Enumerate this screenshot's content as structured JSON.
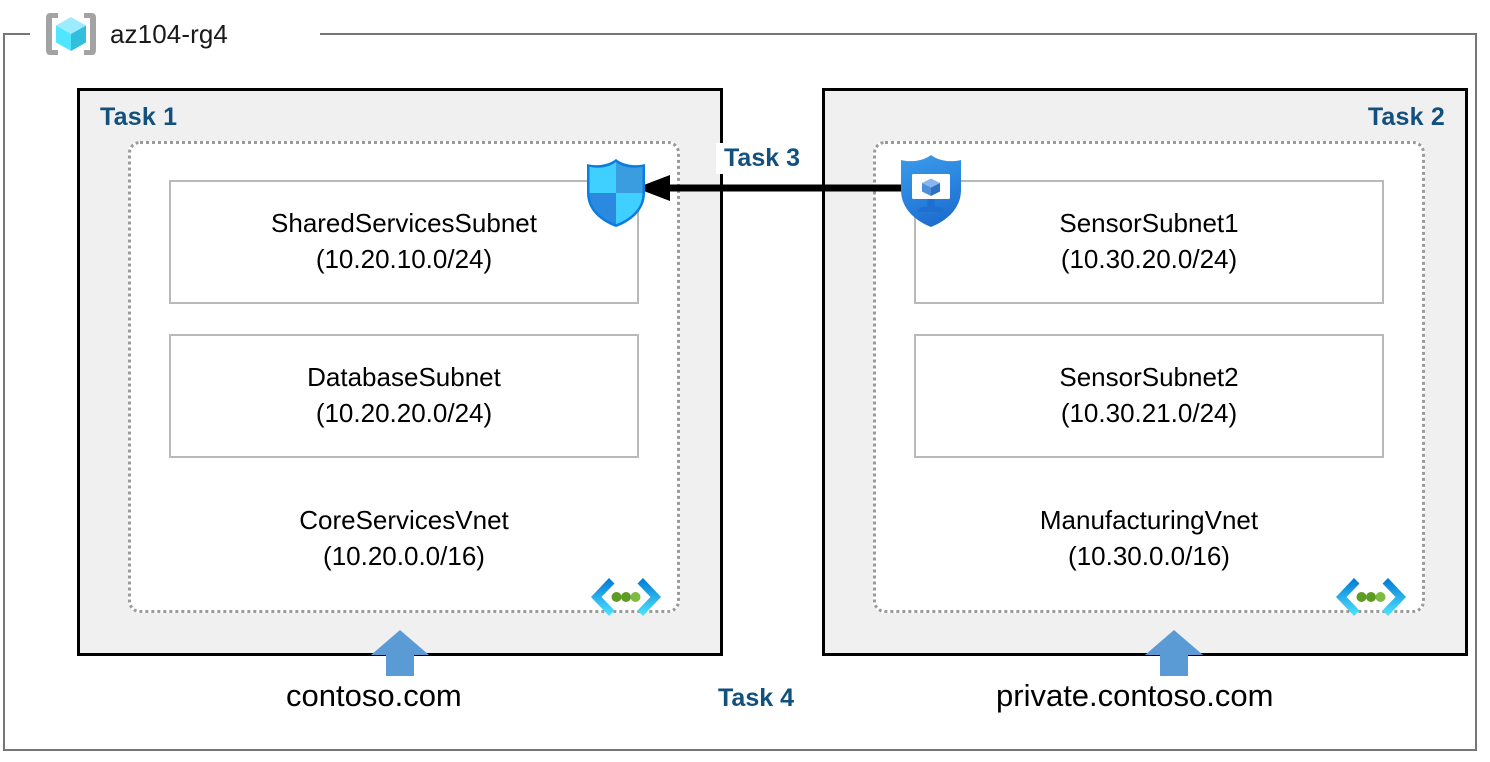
{
  "resource_group": {
    "name": "az104-rg4",
    "icon": "azure-resource-group-cube-icon"
  },
  "panels": [
    {
      "task_label": "Task 1",
      "vnet": {
        "name": "CoreServicesVnet",
        "cidr": "(10.20.0.0/16)",
        "icon": "virtual-network-icon"
      },
      "subnets": [
        {
          "name": "SharedServicesSubnet",
          "cidr": "(10.20.10.0/24)"
        },
        {
          "name": "DatabaseSubnet",
          "cidr": "(10.20.20.0/24)"
        }
      ],
      "dns_domain": "contoso.com"
    },
    {
      "task_label": "Task 2",
      "vnet": {
        "name": "ManufacturingVnet",
        "cidr": "(10.30.0.0/16)",
        "icon": "virtual-network-icon"
      },
      "subnets": [
        {
          "name": "SensorSubnet1",
          "cidr": "(10.30.20.0/24)"
        },
        {
          "name": "SensorSubnet2",
          "cidr": "(10.30.21.0/24)"
        }
      ],
      "dns_domain": "private.contoso.com"
    }
  ],
  "annotations": {
    "peering_task_label": "Task 3",
    "dns_task_label": "Task 4"
  },
  "icons": {
    "firewall_shield": "shield-icon",
    "vm_shield": "shield-virtual-machine-icon",
    "peering_arrow": "left-arrow-icon",
    "dns_arrow": "up-arrow-icon"
  },
  "colors": {
    "task_text": "#12507e",
    "panel_fill": "#f0f0f0",
    "panel_border": "#000000",
    "vnet_border": "#9a9a9a",
    "subnet_border": "#b9b9b9",
    "rg_border": "#767676",
    "dns_arrow": "#5b9bd5",
    "icon_cyan": "#50e6ff",
    "icon_blue": "#0078d4"
  }
}
